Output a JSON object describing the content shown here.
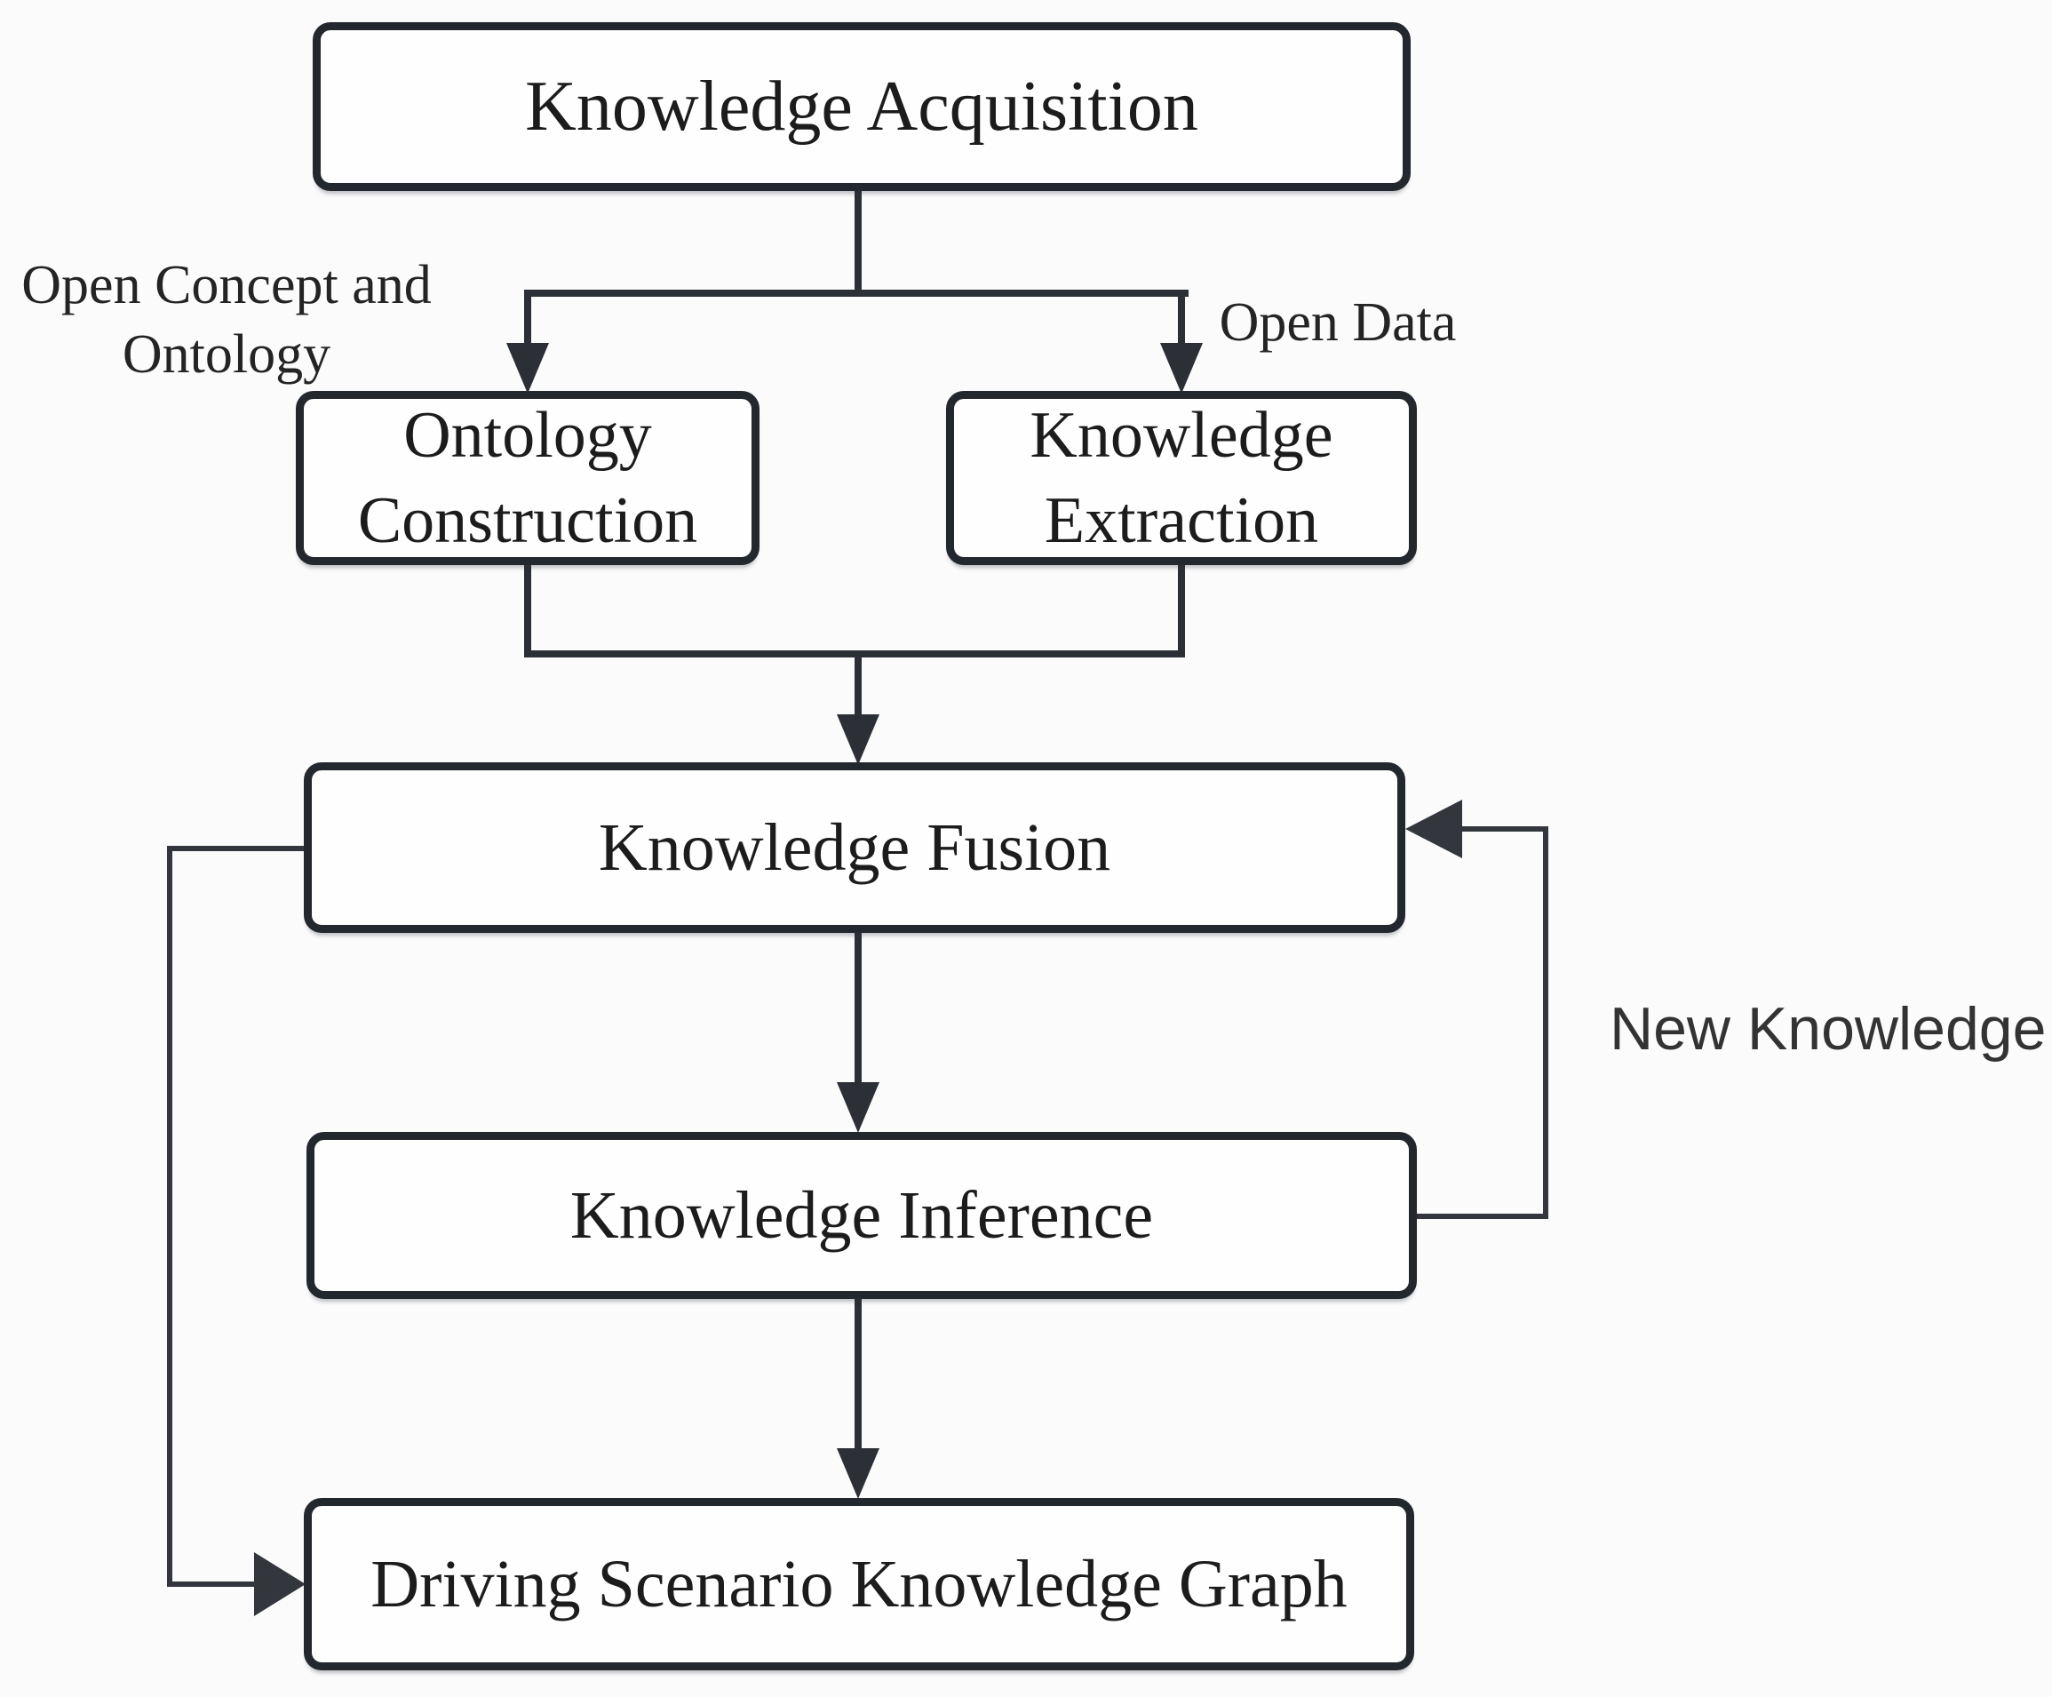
{
  "diagram": {
    "title": "Driving Scenario Knowledge Graph construction pipeline flowchart",
    "colors": {
      "background": "#fbfbfc",
      "node_fill": "#fefefe",
      "node_border": "#23272e",
      "line": "#2c3036",
      "text": "#1c1c1c",
      "annotation_text": "#333333"
    },
    "nodes": {
      "knowledge_acquisition": {
        "label": "Knowledge Acquisition"
      },
      "ontology_construction": {
        "label_line1": "Ontology",
        "label_line2": "Construction"
      },
      "knowledge_extraction": {
        "label_line1": "Knowledge",
        "label_line2": "Extraction"
      },
      "knowledge_fusion": {
        "label": "Knowledge Fusion"
      },
      "knowledge_inference": {
        "label": "Knowledge Inference"
      },
      "driving_scenario_kg": {
        "label": "Driving Scenario Knowledge Graph"
      }
    },
    "edge_labels": {
      "open_concept_line1": "Open Concept and",
      "open_concept_line2": "Ontology",
      "open_data": "Open Data",
      "new_knowledge": "New Knowledge"
    },
    "edges": [
      {
        "from": "Knowledge Acquisition",
        "to": "Ontology Construction",
        "label": "Open Concept and Ontology"
      },
      {
        "from": "Knowledge Acquisition",
        "to": "Knowledge Extraction",
        "label": "Open Data"
      },
      {
        "from": "Ontology Construction",
        "to": "Knowledge Fusion",
        "label": ""
      },
      {
        "from": "Knowledge Extraction",
        "to": "Knowledge Fusion",
        "label": ""
      },
      {
        "from": "Knowledge Fusion",
        "to": "Knowledge Inference",
        "label": ""
      },
      {
        "from": "Knowledge Inference",
        "to": "Knowledge Fusion",
        "label": "New Knowledge"
      },
      {
        "from": "Knowledge Inference",
        "to": "Driving Scenario Knowledge Graph",
        "label": ""
      },
      {
        "from": "Knowledge Fusion",
        "to": "Driving Scenario Knowledge Graph",
        "label": ""
      }
    ]
  }
}
